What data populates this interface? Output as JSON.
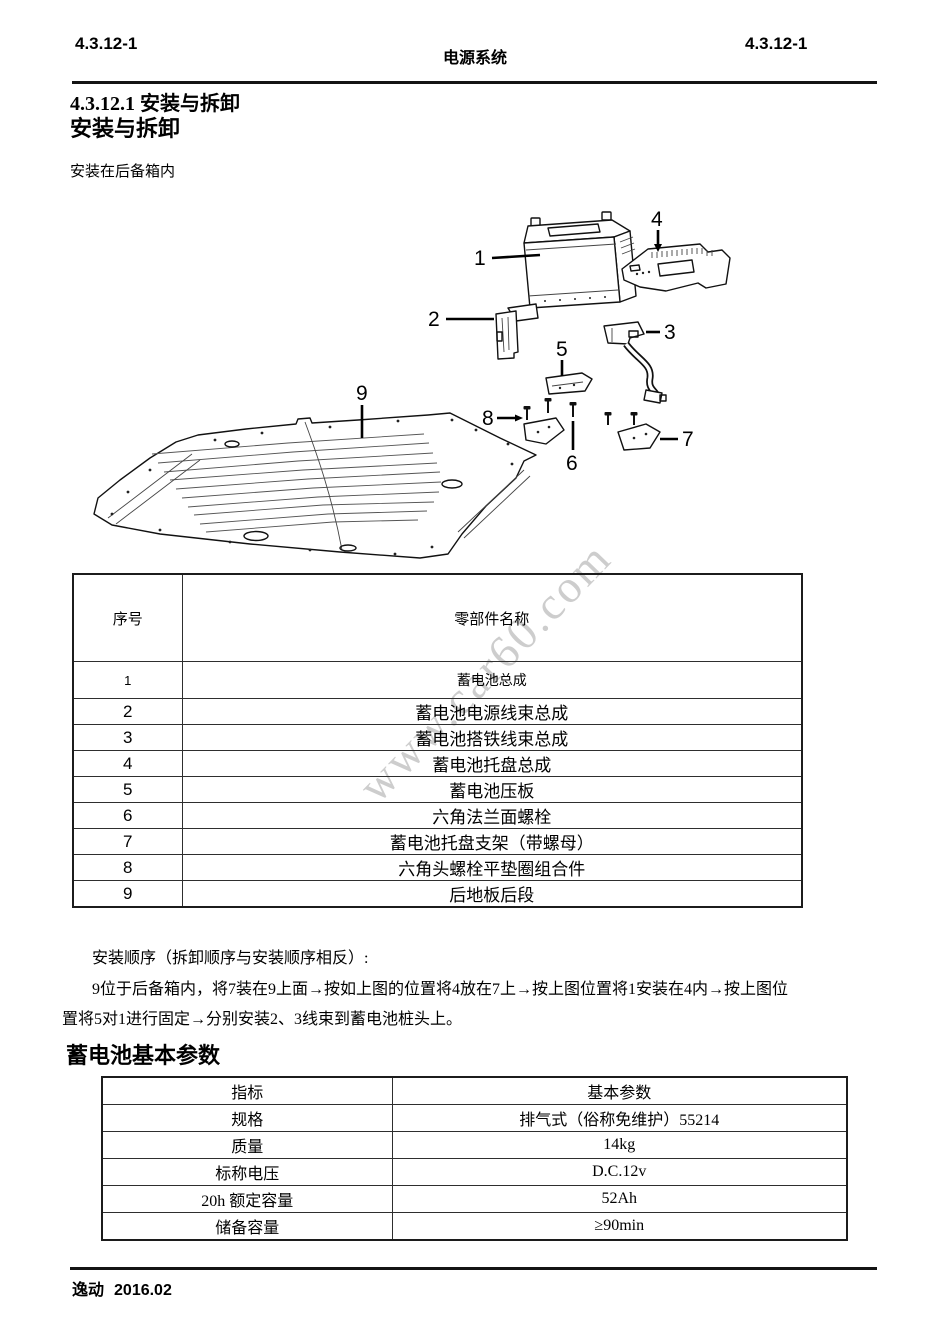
{
  "header": {
    "page_left": "4.3.12-1",
    "title": "电源系统",
    "page_right": "4.3.12-1"
  },
  "section": {
    "number_title": "4.3.12.1 安装与拆卸",
    "subtitle": "安装与拆卸",
    "note": "安装在后备箱内"
  },
  "watermark": "www.car60.com",
  "diagram": {
    "labels": [
      "1",
      "2",
      "3",
      "4",
      "5",
      "6",
      "7",
      "8",
      "9"
    ]
  },
  "parts_table": {
    "col_no": "序号",
    "col_name": "零部件名称",
    "rows": [
      [
        "1",
        "蓄电池总成"
      ],
      [
        "2",
        "蓄电池电源线束总成"
      ],
      [
        "3",
        "蓄电池搭铁线束总成"
      ],
      [
        "4",
        "蓄电池托盘总成"
      ],
      [
        "5",
        "蓄电池压板"
      ],
      [
        "6",
        "六角法兰面螺栓"
      ],
      [
        "7",
        "蓄电池托盘支架（带螺母）"
      ],
      [
        "8",
        "六角头螺栓平垫圈组合件"
      ],
      [
        "9",
        "后地板后段"
      ]
    ]
  },
  "install": {
    "intro": "安装顺序（拆卸顺序与安装顺序相反）:",
    "steps_line1": "9位于后备箱内，将7装在9上面→按如上图的位置将4放在7上→按上图位置将1安装在4内→按上图位",
    "steps_line2": "置将5对1进行固定→分别安装2、3线束到蓄电池桩头上。"
  },
  "params": {
    "title": "蓄电池基本参数",
    "col_key": "指标",
    "col_val": "基本参数",
    "rows": [
      [
        "规格",
        "排气式（俗称免维护）55214"
      ],
      [
        "质量",
        "14kg"
      ],
      [
        "标称电压",
        "D.C.12v"
      ],
      [
        "20h 额定容量",
        "52Ah"
      ],
      [
        "储备容量",
        "≥90min"
      ]
    ]
  },
  "footer": {
    "model": "逸动",
    "date": "2016.02"
  }
}
